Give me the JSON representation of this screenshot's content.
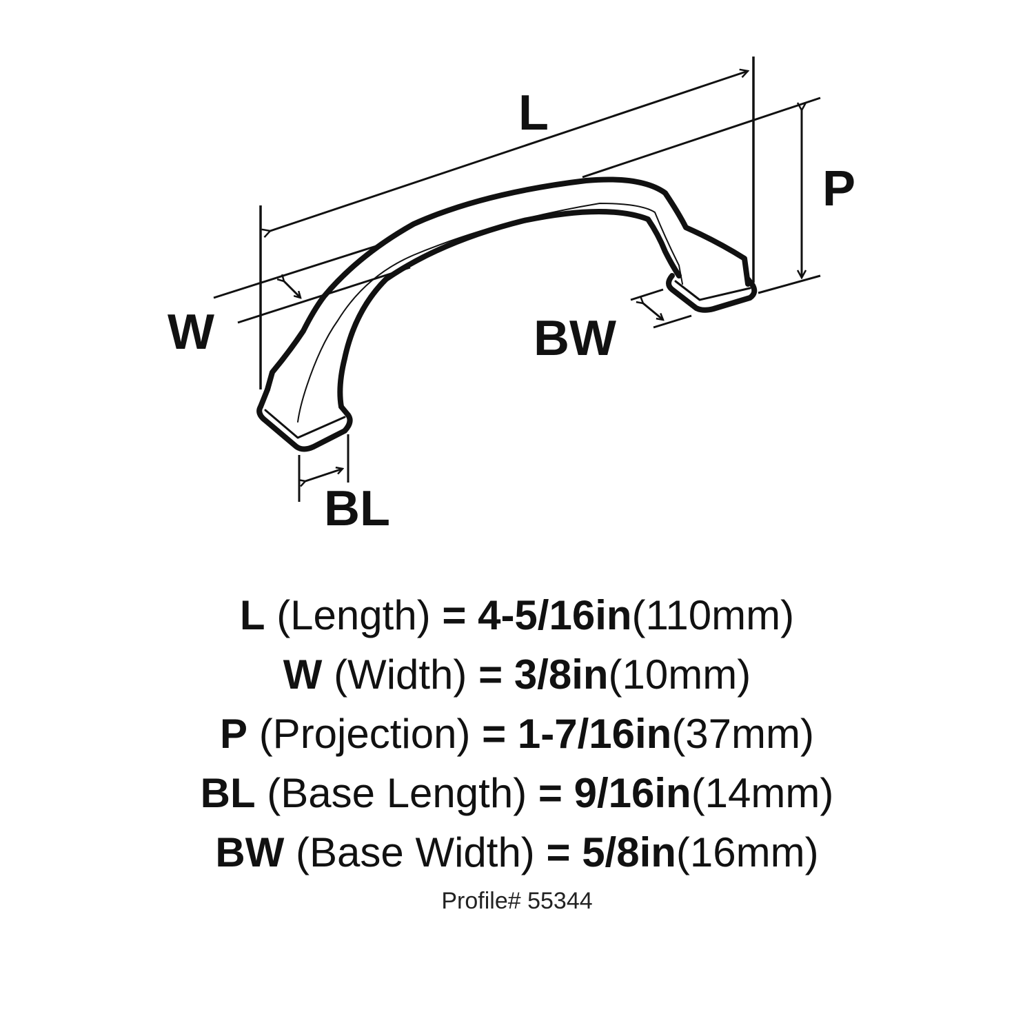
{
  "diagram": {
    "subject": "cabinet pull handle dimension drawing",
    "labels": {
      "L": "L",
      "W": "W",
      "P": "P",
      "BL": "BL",
      "BW": "BW"
    }
  },
  "specs": [
    {
      "code": "L",
      "name": "(Length)",
      "eq": "=",
      "inch": "4-5/16in",
      "mm": "(110mm)"
    },
    {
      "code": "W",
      "name": "(Width)",
      "eq": "=",
      "inch": "3/8in",
      "mm": "(10mm)"
    },
    {
      "code": "P",
      "name": "(Projection)",
      "eq": "=",
      "inch": "1-7/16in",
      "mm": "(37mm)"
    },
    {
      "code": "BL",
      "name": "(Base Length)",
      "eq": "=",
      "inch": "9/16in",
      "mm": "(14mm)"
    },
    {
      "code": "BW",
      "name": "(Base Width)",
      "eq": "=",
      "inch": "5/8in",
      "mm": "(16mm)"
    }
  ],
  "profile": "Profile# 55344",
  "colors": {
    "line": "#111111",
    "background": "#ffffff"
  }
}
